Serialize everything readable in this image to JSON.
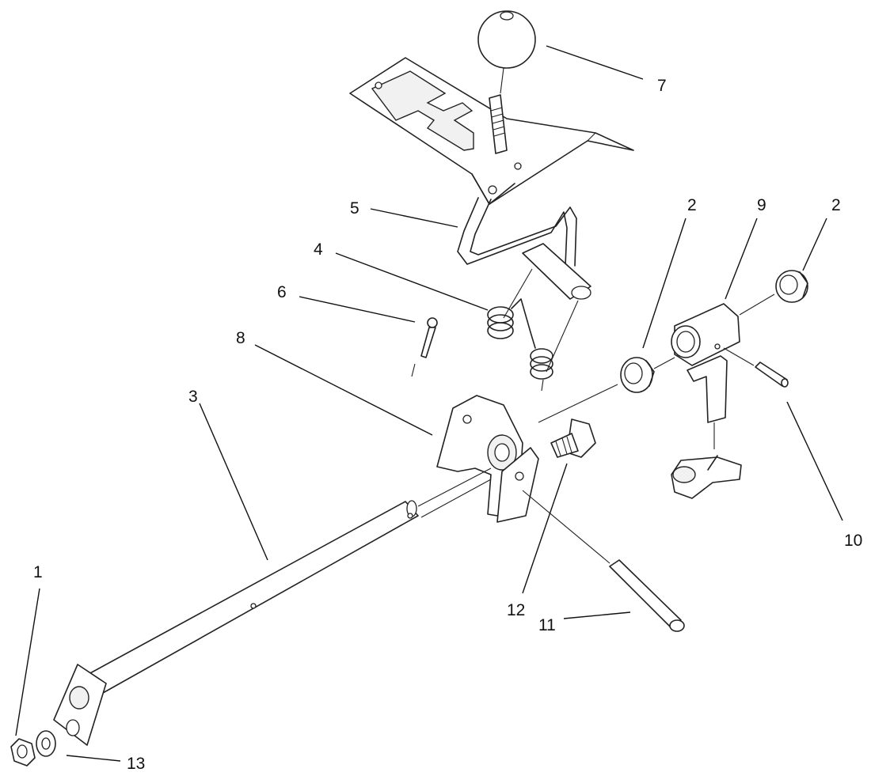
{
  "callouts": {
    "c1": "1",
    "c2a": "2",
    "c2b": "2",
    "c3": "3",
    "c4": "4",
    "c5": "5",
    "c6": "6",
    "c7": "7",
    "c8": "8",
    "c9": "9",
    "c10": "10",
    "c11": "11",
    "c12": "12",
    "c13": "13"
  },
  "colors": {
    "ink": "#222222",
    "paper": "#ffffff"
  }
}
